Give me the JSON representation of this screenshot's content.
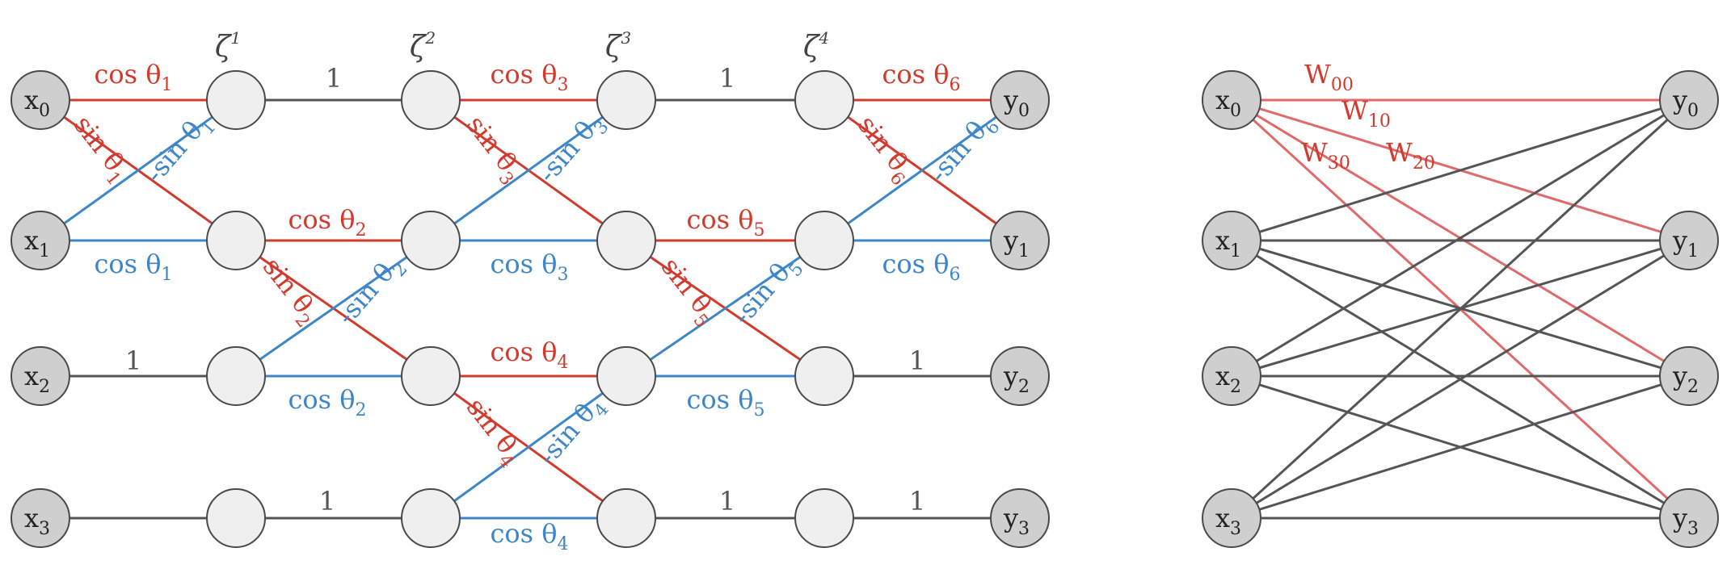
{
  "colors": {
    "red": "#d23a2e",
    "blue": "#3d86c8",
    "gray": "#555555",
    "light_red": "#e06a6a"
  },
  "left": {
    "inputs": [
      "x",
      "x",
      "x",
      "x"
    ],
    "input_subs": [
      "0",
      "1",
      "2",
      "3"
    ],
    "outputs": [
      "y",
      "y",
      "y",
      "y"
    ],
    "output_subs": [
      "0",
      "1",
      "2",
      "3"
    ],
    "stage_labels": [
      "ζ",
      "ζ",
      "ζ",
      "ζ"
    ],
    "stage_sups": [
      "1",
      "2",
      "3",
      "4"
    ],
    "edge_labels": [
      {
        "text": "cos θ",
        "sub": "1",
        "color": "red"
      },
      {
        "text": "sin θ",
        "sub": "1",
        "color": "red"
      },
      {
        "text": "-sin θ",
        "sub": "1",
        "color": "blue"
      },
      {
        "text": "cos θ",
        "sub": "1",
        "color": "blue"
      },
      {
        "text": "1",
        "sub": "",
        "color": "gray"
      },
      {
        "text": "1",
        "sub": "",
        "color": "gray"
      },
      {
        "text": "cos θ",
        "sub": "2",
        "color": "red"
      },
      {
        "text": "sin θ",
        "sub": "2",
        "color": "red"
      },
      {
        "text": "-sin θ",
        "sub": "2",
        "color": "blue"
      },
      {
        "text": "cos θ",
        "sub": "2",
        "color": "blue"
      },
      {
        "text": "1",
        "sub": "",
        "color": "gray"
      },
      {
        "text": "cos θ",
        "sub": "3",
        "color": "red"
      },
      {
        "text": "sin θ",
        "sub": "3",
        "color": "red"
      },
      {
        "text": "-sin θ",
        "sub": "3",
        "color": "blue"
      },
      {
        "text": "cos θ",
        "sub": "3",
        "color": "blue"
      },
      {
        "text": "cos θ",
        "sub": "4",
        "color": "red"
      },
      {
        "text": "sin θ",
        "sub": "4",
        "color": "red"
      },
      {
        "text": "-sin θ",
        "sub": "4",
        "color": "blue"
      },
      {
        "text": "cos θ",
        "sub": "4",
        "color": "blue"
      },
      {
        "text": "1",
        "sub": "",
        "color": "gray"
      },
      {
        "text": "cos θ",
        "sub": "5",
        "color": "red"
      },
      {
        "text": "sin θ",
        "sub": "5",
        "color": "red"
      },
      {
        "text": "-sin θ",
        "sub": "5",
        "color": "blue"
      },
      {
        "text": "cos θ",
        "sub": "5",
        "color": "blue"
      },
      {
        "text": "1",
        "sub": "",
        "color": "gray"
      },
      {
        "text": "1",
        "sub": "",
        "color": "gray"
      },
      {
        "text": "cos θ",
        "sub": "6",
        "color": "red"
      },
      {
        "text": "sin θ",
        "sub": "6",
        "color": "red"
      },
      {
        "text": "-sin θ",
        "sub": "6",
        "color": "blue"
      },
      {
        "text": "cos θ",
        "sub": "6",
        "color": "blue"
      },
      {
        "text": "1",
        "sub": "",
        "color": "gray"
      }
    ]
  },
  "right": {
    "inputs": [
      "x",
      "x",
      "x",
      "x"
    ],
    "input_subs": [
      "0",
      "1",
      "2",
      "3"
    ],
    "outputs": [
      "y",
      "y",
      "y",
      "y"
    ],
    "output_subs": [
      "0",
      "1",
      "2",
      "3"
    ],
    "weight_labels": [
      {
        "text": "W",
        "sub": "00"
      },
      {
        "text": "W",
        "sub": "10"
      },
      {
        "text": "W",
        "sub": "20"
      },
      {
        "text": "W",
        "sub": "30"
      }
    ]
  }
}
